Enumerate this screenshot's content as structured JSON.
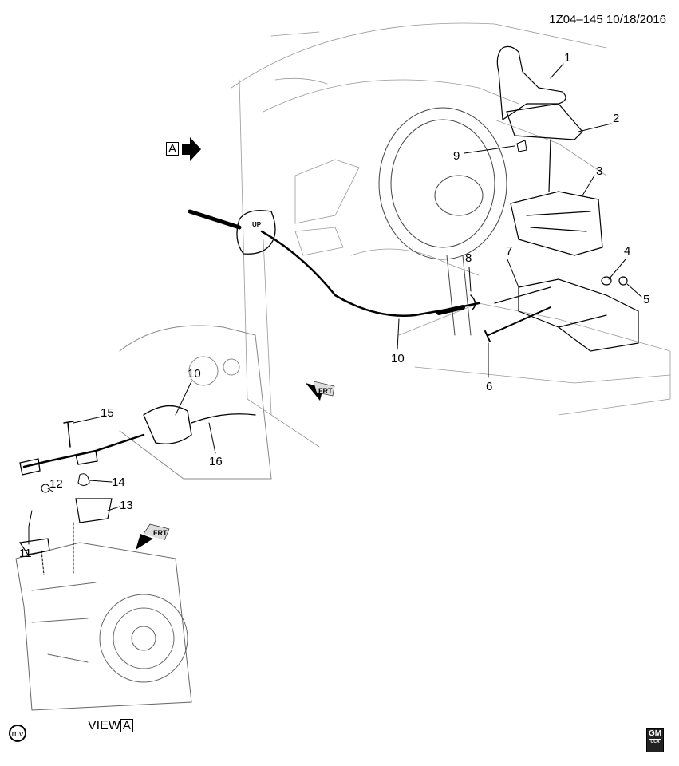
{
  "header": {
    "illustration_id": "1Z04–145",
    "date": "10/18/2016"
  },
  "view_arrow": {
    "letter": "A"
  },
  "view_caption": {
    "text": "VIEW",
    "letter": "A"
  },
  "up_marking": "UP",
  "frt_markers": [
    "FRT",
    "FRT"
  ],
  "callouts": [
    "1",
    "2",
    "3",
    "4",
    "5",
    "6",
    "7",
    "8",
    "9",
    "10",
    "10",
    "11",
    "12",
    "13",
    "14",
    "15",
    "16"
  ],
  "logos": {
    "left": "mv",
    "right_top": "GM",
    "right_bottom": "OCA"
  }
}
